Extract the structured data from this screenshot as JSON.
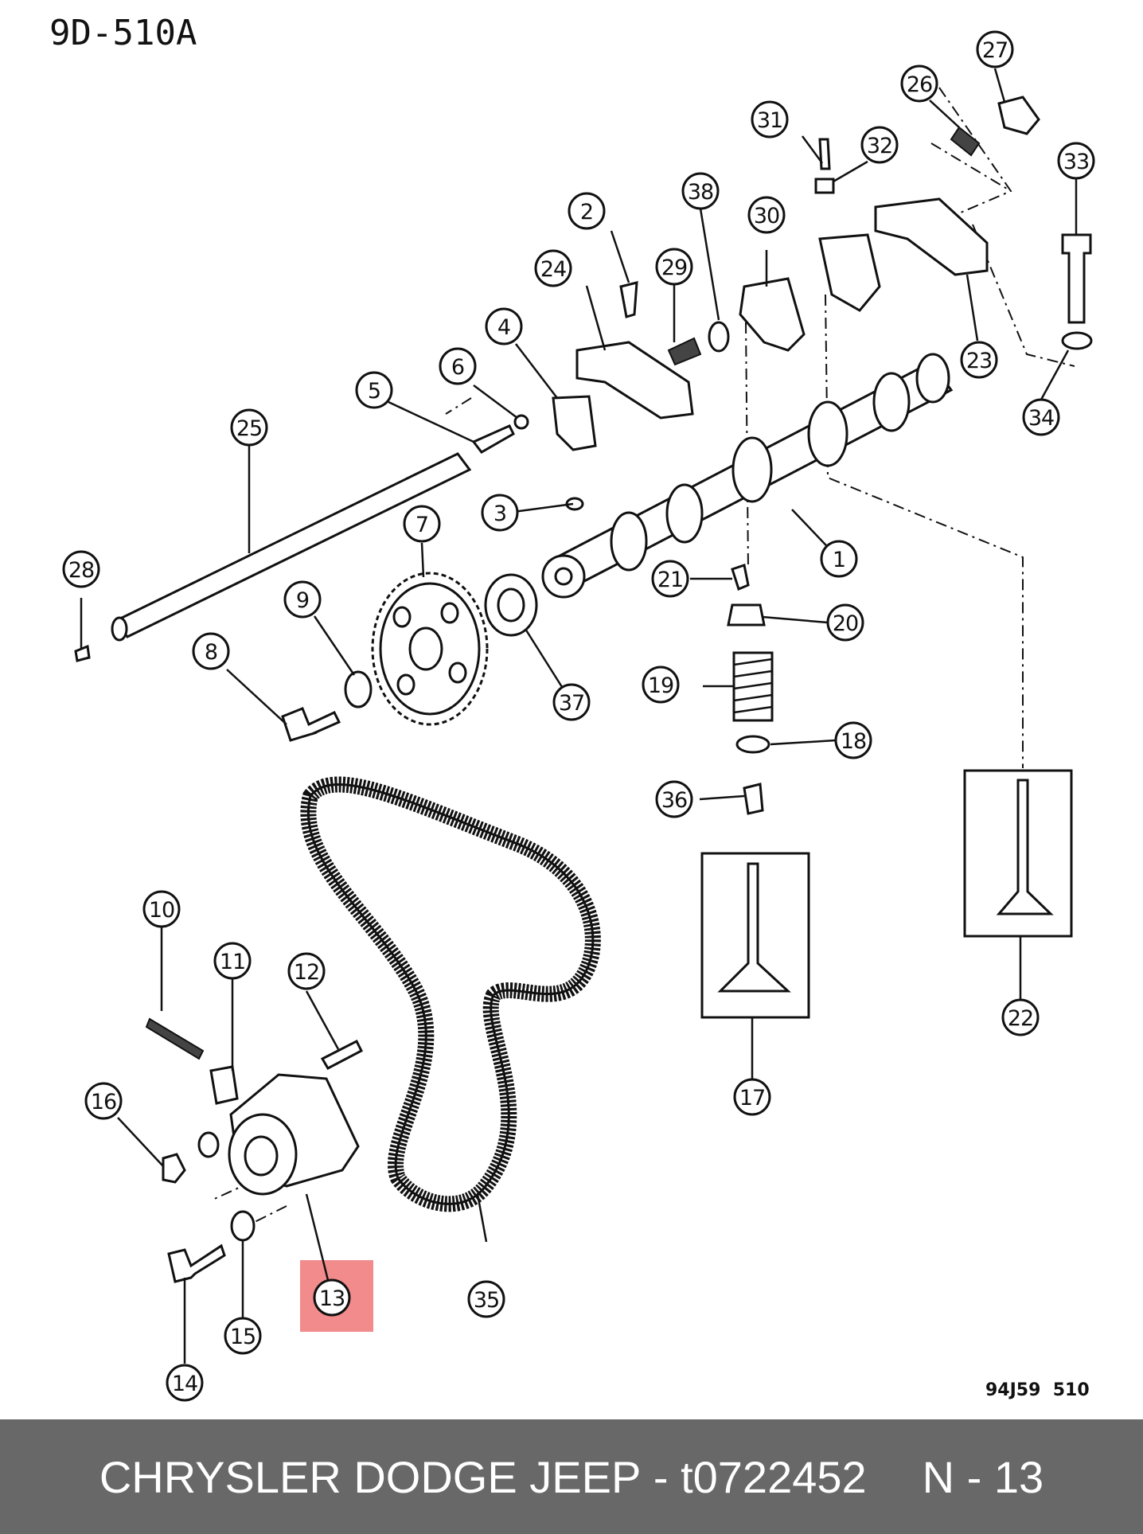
{
  "diagram": {
    "code": "9D-510A",
    "ref": "94J59  510",
    "highlight_color": "#f28b8b",
    "highlighted_part": "13",
    "callouts": [
      "1",
      "2",
      "3",
      "4",
      "5",
      "6",
      "7",
      "8",
      "9",
      "10",
      "11",
      "12",
      "13",
      "14",
      "15",
      "16",
      "17",
      "18",
      "19",
      "20",
      "21",
      "22",
      "23",
      "24",
      "25",
      "26",
      "27",
      "28",
      "29",
      "30",
      "31",
      "32",
      "33",
      "34",
      "35",
      "36",
      "37",
      "38"
    ]
  },
  "footer": {
    "brand": "CHRYSLER DODGE JEEP",
    "separator": " - ",
    "part_number": "t0722452",
    "position_label": "N - 13",
    "background": "#686868"
  }
}
